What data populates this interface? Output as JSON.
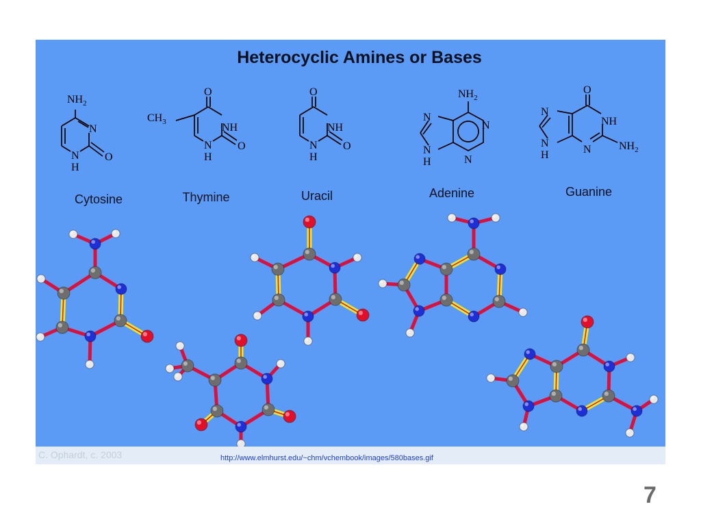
{
  "figure": {
    "title": "Heterocyclic Amines or Bases",
    "credit": "C. Ophardt, c. 2003",
    "bases": [
      {
        "name": "Cytosine"
      },
      {
        "name": "Thymine"
      },
      {
        "name": "Uracil"
      },
      {
        "name": "Adenine"
      },
      {
        "name": "Guanine"
      }
    ],
    "atom_labels": {
      "amine": "NH",
      "sub_2": "2",
      "nitrogen": "N",
      "hydrogen": "H",
      "oxygen": "O",
      "methyl": "CH",
      "sub_3": "3"
    }
  },
  "source_link": "http://www.elmhurst.edu/~chm/vchembook/images/580bases.gif",
  "page_number": "7",
  "colors": {
    "background": "#5b9bf5",
    "carbon": "#6e6e6e",
    "nitrogen": "#1f2fd6",
    "oxygen": "#e0102a",
    "hydrogen": "#e9e9e9",
    "single_bond": "#d8123c",
    "double_bond": "#e8e829"
  }
}
